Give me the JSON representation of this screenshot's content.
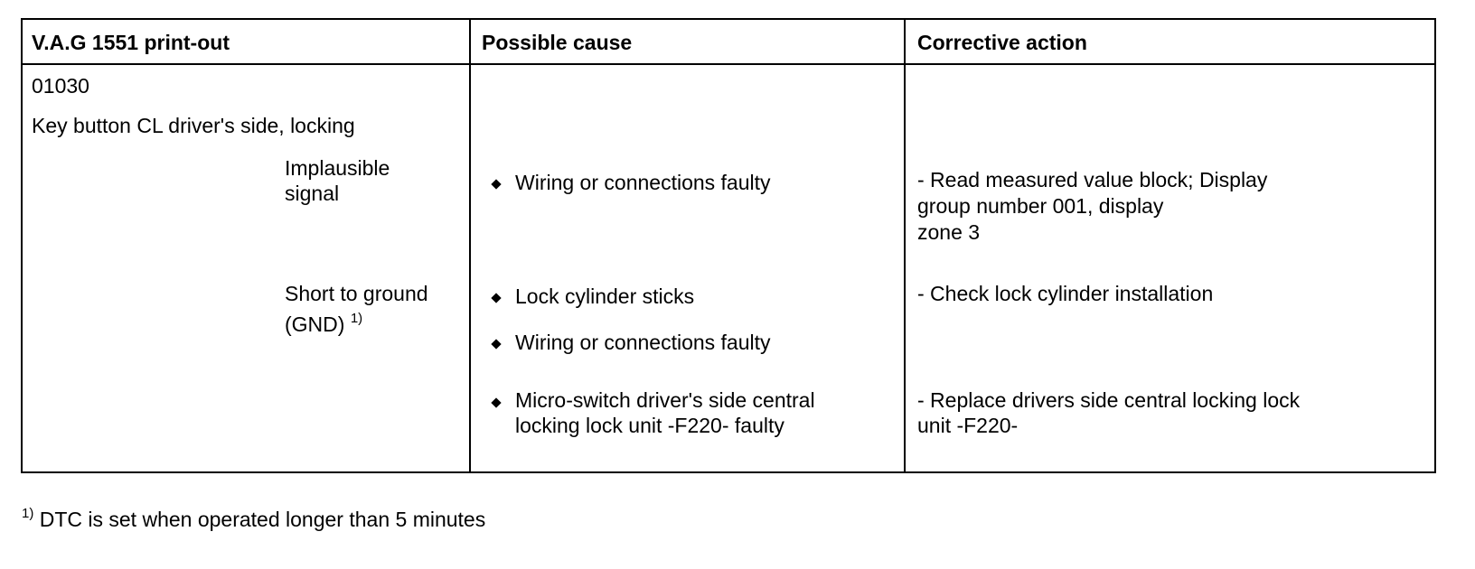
{
  "table": {
    "headers": {
      "printout": "V.A.G 1551 print-out",
      "cause": "Possible cause",
      "action": "Corrective action"
    },
    "code": "01030",
    "component": "Key button CL driver's side, locking",
    "rows": [
      {
        "fault": "Implausible signal",
        "fault_line1": "Implausible",
        "fault_line2": "signal",
        "causes": [
          "Wiring or connections faulty"
        ],
        "action_line1": "- Read measured value block; Display",
        "action_line2": "group number 001, display",
        "action_line3": "zone 3"
      },
      {
        "fault_line1": "Short to ground",
        "fault_line2": "(GND)",
        "fault_sup": "1)",
        "causes": [
          "Lock cylinder sticks",
          "Wiring or connections faulty",
          "Micro-switch driver's side central",
          "locking lock unit -F220- faulty"
        ],
        "action1": "- Check lock cylinder installation",
        "action2_line1": "- Replace drivers side central locking lock",
        "action2_line2": "unit -F220-"
      }
    ]
  },
  "footnote": {
    "marker": "1)",
    "text": "DTC is set when operated longer than 5 minutes"
  }
}
